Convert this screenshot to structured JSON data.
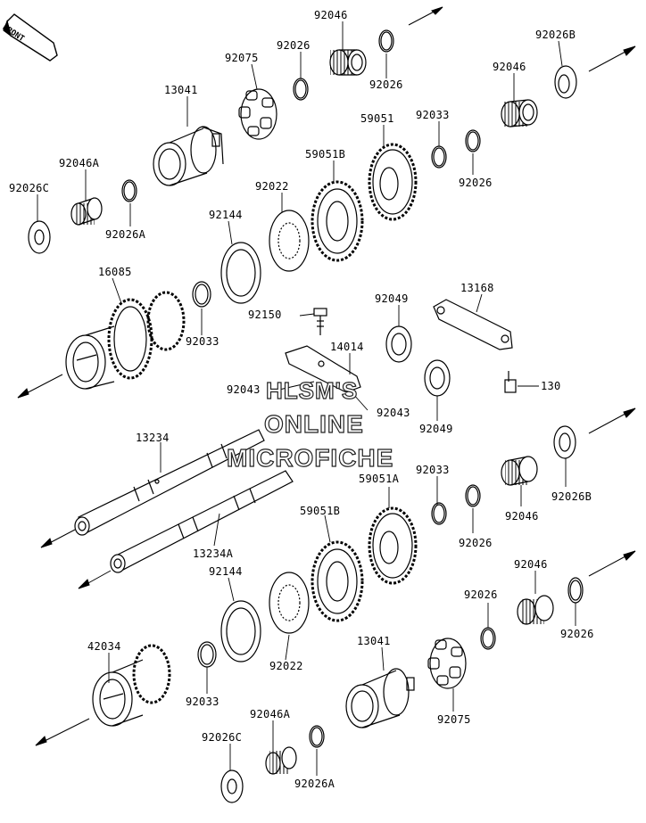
{
  "direction_badge": {
    "text": "FRONT"
  },
  "watermark": {
    "line1": "HLSM'S",
    "line2": "ONLINE",
    "line3": "MICROFICHE"
  },
  "labels": [
    {
      "id": "l1",
      "text": "92046"
    },
    {
      "id": "l2",
      "text": "92026"
    },
    {
      "id": "l3",
      "text": "92075"
    },
    {
      "id": "l4",
      "text": "92026B"
    },
    {
      "id": "l5",
      "text": "13041"
    },
    {
      "id": "l6",
      "text": "92026"
    },
    {
      "id": "l7",
      "text": "92046"
    },
    {
      "id": "l8",
      "text": "59051"
    },
    {
      "id": "l9",
      "text": "92033"
    },
    {
      "id": "l10",
      "text": "59051B"
    },
    {
      "id": "l11",
      "text": "92046A"
    },
    {
      "id": "l12",
      "text": "92026"
    },
    {
      "id": "l13",
      "text": "92026C"
    },
    {
      "id": "l14",
      "text": "92022"
    },
    {
      "id": "l15",
      "text": "92144"
    },
    {
      "id": "l16",
      "text": "92026A"
    },
    {
      "id": "l17",
      "text": "16085"
    },
    {
      "id": "l18",
      "text": "13168"
    },
    {
      "id": "l19",
      "text": "92049"
    },
    {
      "id": "l20",
      "text": "92150"
    },
    {
      "id": "l21",
      "text": "92033"
    },
    {
      "id": "l22",
      "text": "14014"
    },
    {
      "id": "l23",
      "text": "92043"
    },
    {
      "id": "l24",
      "text": "130"
    },
    {
      "id": "l25",
      "text": "92043"
    },
    {
      "id": "l26",
      "text": "92049"
    },
    {
      "id": "l27",
      "text": "13234"
    },
    {
      "id": "l28",
      "text": "92033"
    },
    {
      "id": "l29",
      "text": "59051A"
    },
    {
      "id": "l30",
      "text": "92026B"
    },
    {
      "id": "l31",
      "text": "92046"
    },
    {
      "id": "l32",
      "text": "59051B"
    },
    {
      "id": "l33",
      "text": "92026"
    },
    {
      "id": "l34",
      "text": "13234A"
    },
    {
      "id": "l35",
      "text": "92046"
    },
    {
      "id": "l36",
      "text": "92144"
    },
    {
      "id": "l37",
      "text": "92026"
    },
    {
      "id": "l38",
      "text": "92026"
    },
    {
      "id": "l39",
      "text": "42034"
    },
    {
      "id": "l40",
      "text": "13041"
    },
    {
      "id": "l41",
      "text": "92022"
    },
    {
      "id": "l42",
      "text": "92075"
    },
    {
      "id": "l43",
      "text": "92033"
    },
    {
      "id": "l44",
      "text": "92046A"
    },
    {
      "id": "l45",
      "text": "92026C"
    },
    {
      "id": "l46",
      "text": "92026A"
    }
  ]
}
